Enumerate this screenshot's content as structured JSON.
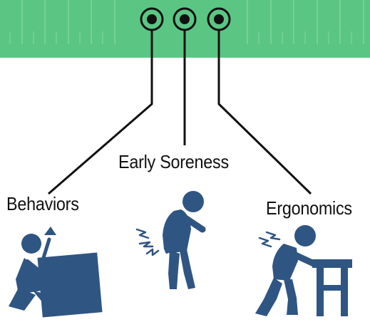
{
  "labels": {
    "early_soreness": "Early Soreness",
    "behaviors": "Behaviors",
    "ergonomics": "Ergonomics"
  },
  "colors": {
    "band": "#5bc684",
    "band_lines": "#7fd39f",
    "figure": "#2f5582",
    "line": "#111111"
  },
  "icons": [
    "lifting-box-icon",
    "back-pain-icon",
    "leaning-on-table-icon"
  ]
}
